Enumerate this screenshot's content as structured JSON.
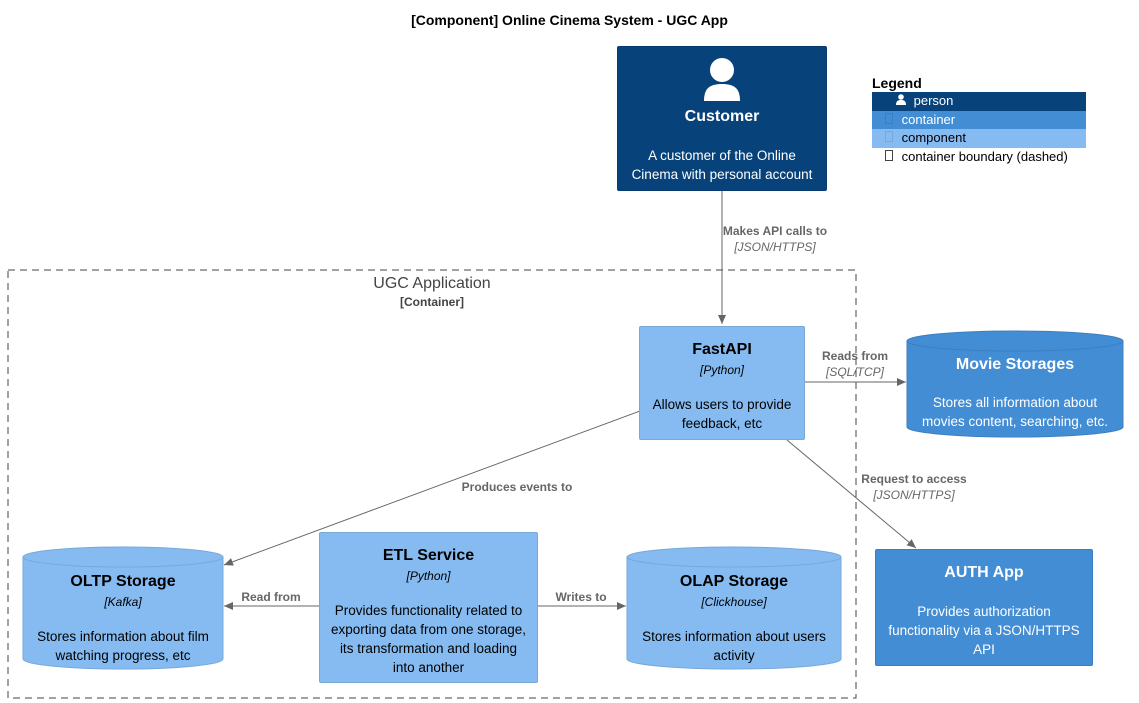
{
  "title": "[Component] Online Cinema System - UGC App",
  "boundary": {
    "name": "UGC Application",
    "type": "[Container]"
  },
  "nodes": {
    "customer": {
      "name": "Customer",
      "desc": "A customer of the Online Cinema with personal account",
      "icon": "person-icon"
    },
    "fastapi": {
      "name": "FastAPI",
      "tech": "[Python]",
      "desc": "Allows users to provide feedback, etc"
    },
    "movie_storages": {
      "name": "Movie Storages",
      "desc": "Stores all information about movies content, searching, etc."
    },
    "auth_app": {
      "name": "AUTH App",
      "desc": "Provides authorization functionality via a JSON/HTTPS API"
    },
    "oltp": {
      "name": "OLTP Storage",
      "tech": "[Kafka]",
      "desc": "Stores information about film watching progress, etc"
    },
    "etl": {
      "name": "ETL Service",
      "tech": "[Python]",
      "desc": "Provides functionality related to exporting data from one storage, its transformation and loading into another"
    },
    "olap": {
      "name": "OLAP Storage",
      "tech": "[Clickhouse]",
      "desc": "Stores information about users activity"
    }
  },
  "relations": {
    "customer_fastapi": {
      "label": "Makes API calls to",
      "tech": "[JSON/HTTPS]"
    },
    "fastapi_movie": {
      "label": "Reads from",
      "tech": "[SQL/TCP]"
    },
    "fastapi_auth": {
      "label": "Request to access",
      "tech": "[JSON/HTTPS]"
    },
    "fastapi_oltp": {
      "label": "Produces events to"
    },
    "etl_oltp": {
      "label": "Read from"
    },
    "etl_olap": {
      "label": "Writes to"
    }
  },
  "legend": {
    "title": "Legend",
    "items": [
      {
        "label": "person",
        "color": "#08427b",
        "icon": "person-icon"
      },
      {
        "label": "container",
        "color": "#438dd5"
      },
      {
        "label": "component",
        "color": "#85bbf0"
      },
      {
        "label": "container boundary (dashed)",
        "color": "#ffffff"
      }
    ]
  },
  "colors": {
    "person": "#08427b",
    "container": "#438dd5",
    "component": "#85bbf0",
    "arrow": "#666666"
  }
}
